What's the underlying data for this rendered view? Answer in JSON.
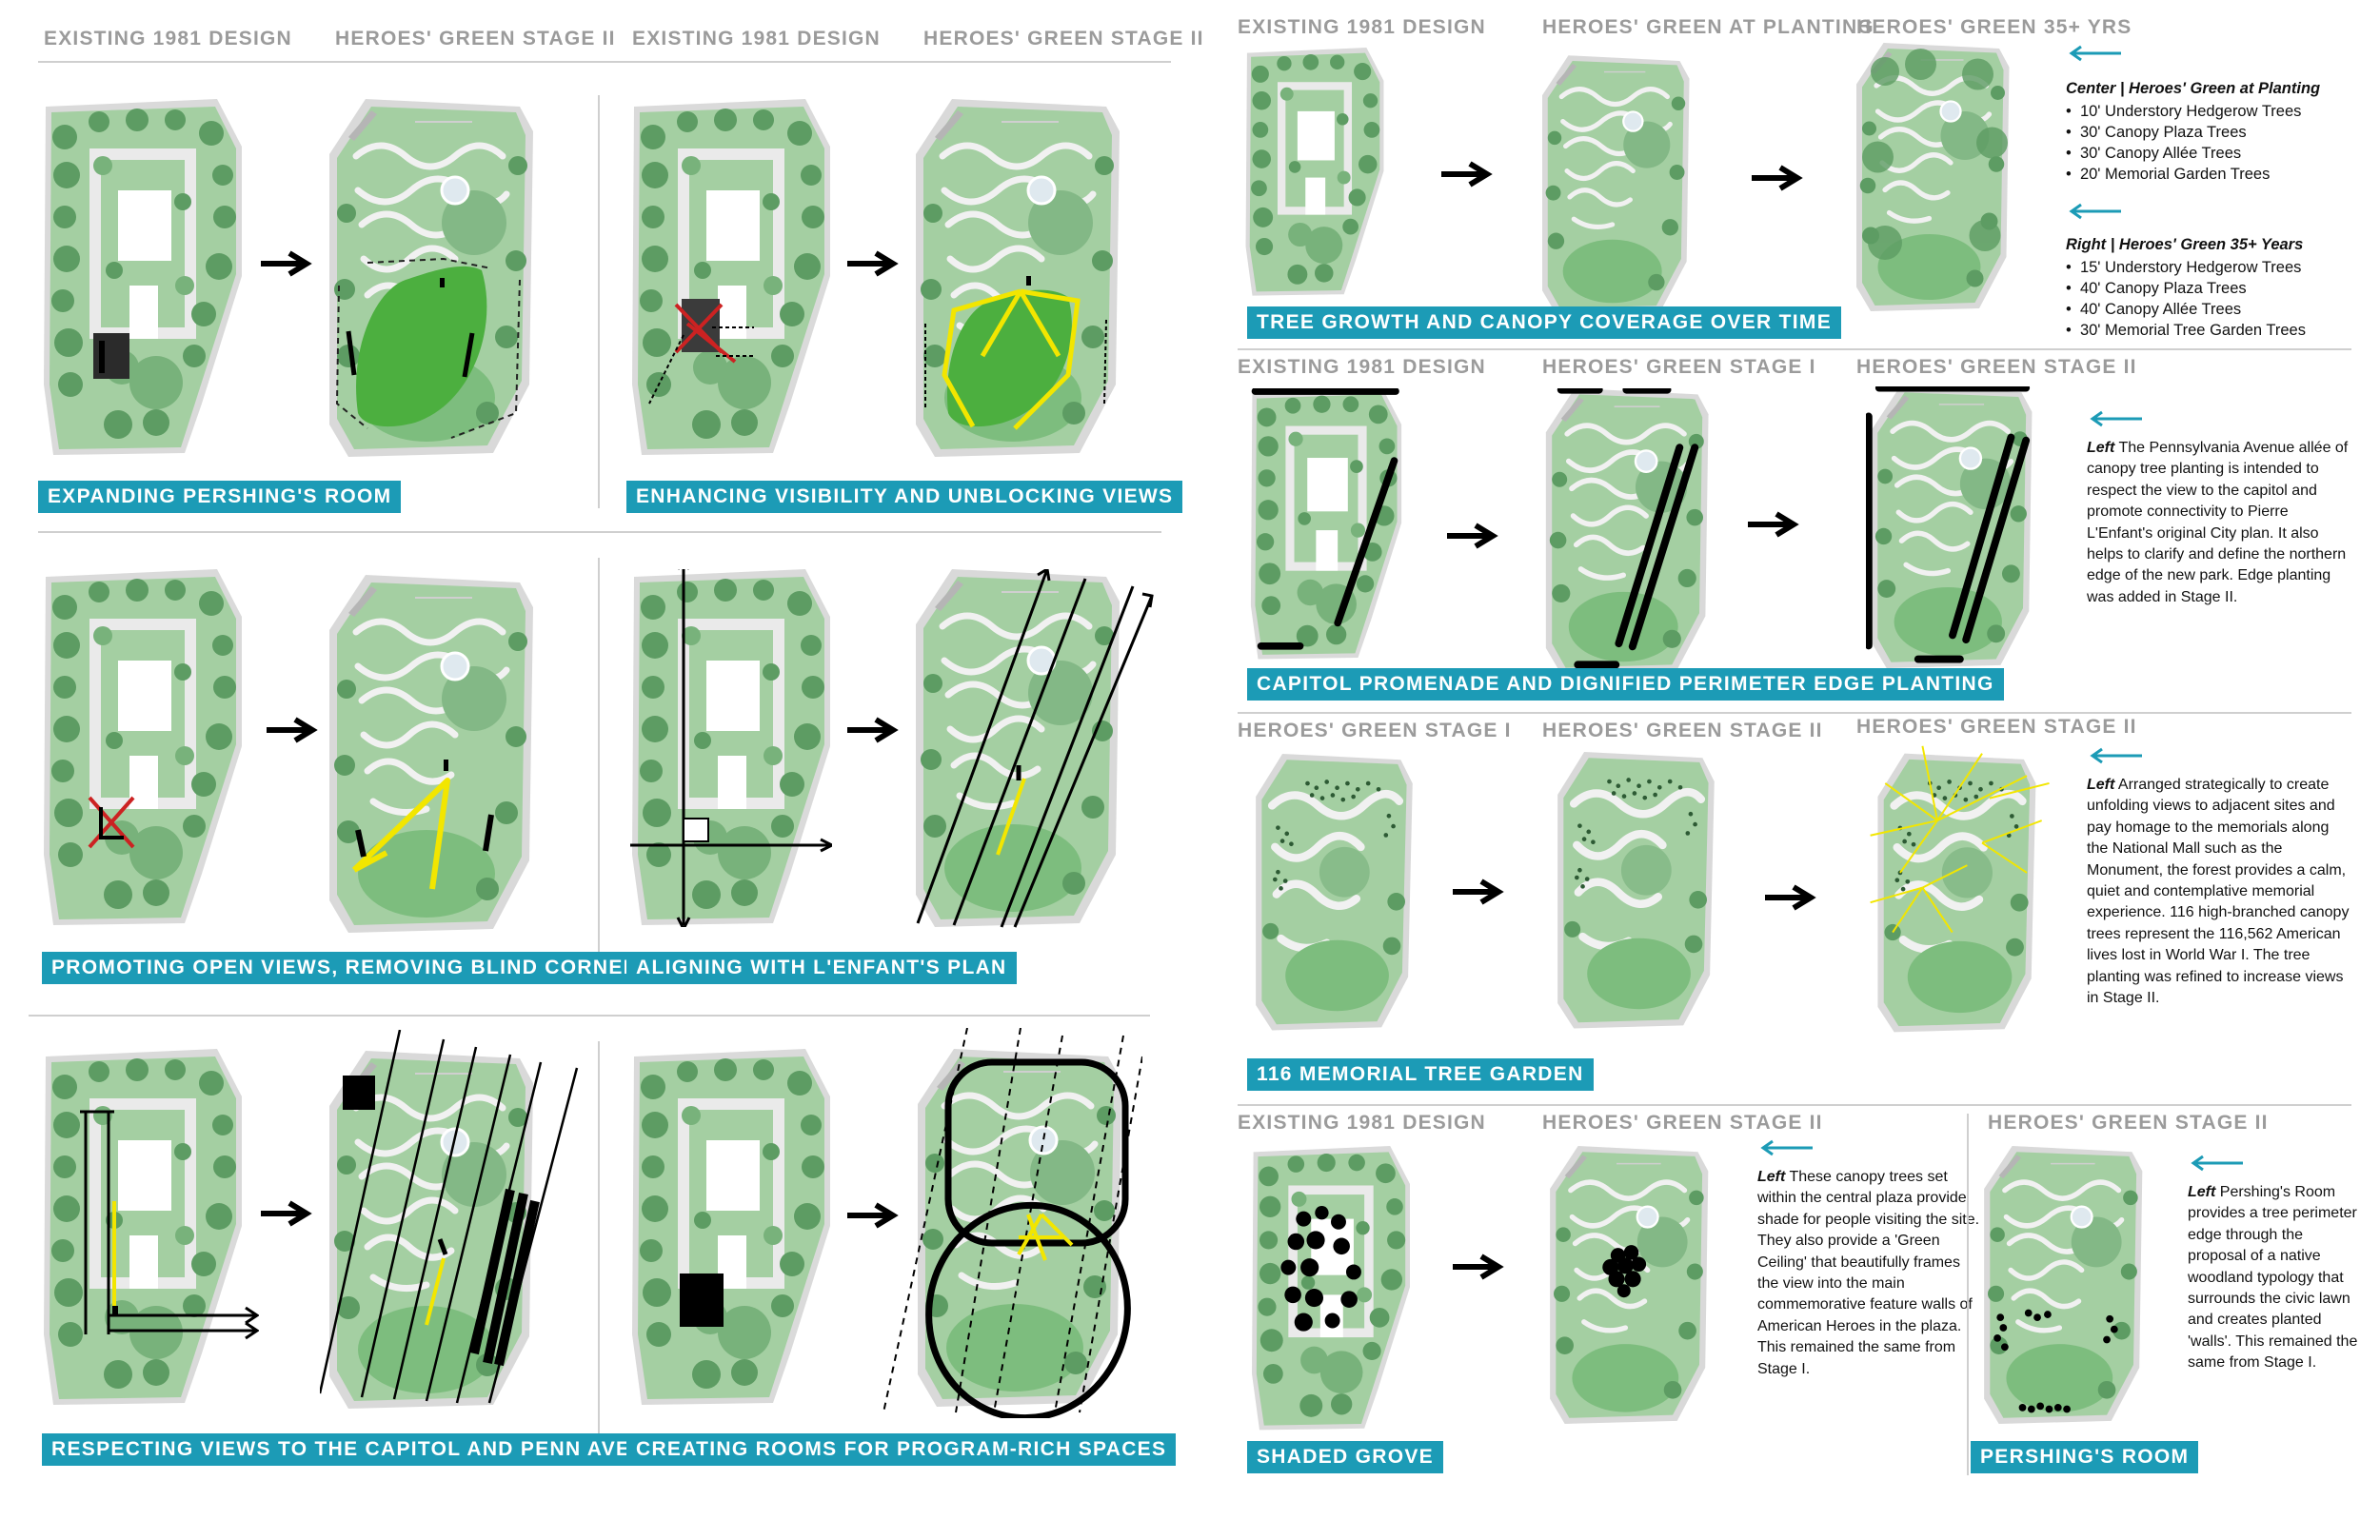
{
  "headers": [
    {
      "id": "h1",
      "text": "EXISTING 1981 DESIGN"
    },
    {
      "id": "h2",
      "text": "HEROES' GREEN STAGE II"
    },
    {
      "id": "h3",
      "text": "EXISTING 1981 DESIGN"
    },
    {
      "id": "h4",
      "text": "HEROES' GREEN STAGE II"
    },
    {
      "id": "h5",
      "text": "EXISTING 1981 DESIGN"
    },
    {
      "id": "h6",
      "text": "HEROES' GREEN AT PLANTING"
    },
    {
      "id": "h7",
      "text": "HEROES' GREEN 35+ YRS"
    },
    {
      "id": "h8",
      "text": "EXISTING 1981 DESIGN"
    },
    {
      "id": "h9",
      "text": "HEROES' GREEN STAGE I"
    },
    {
      "id": "h10",
      "text": "HEROES' GREEN STAGE II"
    },
    {
      "id": "h11",
      "text": "HEROES' GREEN STAGE I"
    },
    {
      "id": "h12",
      "text": "HEROES' GREEN STAGE II"
    },
    {
      "id": "h13",
      "text": "HEROES' GREEN STAGE II"
    },
    {
      "id": "h14",
      "text": "EXISTING 1981 DESIGN"
    },
    {
      "id": "h15",
      "text": "HEROES' GREEN STAGE II"
    },
    {
      "id": "h16",
      "text": "HEROES' GREEN STAGE II"
    }
  ],
  "banners": [
    {
      "id": "b1",
      "text": "EXPANDING PERSHING'S ROOM"
    },
    {
      "id": "b2",
      "text": "ENHANCING VISIBILITY AND UNBLOCKING VIEWS"
    },
    {
      "id": "b3",
      "text": "PROMOTING OPEN VIEWS, REMOVING BLIND CORNERS"
    },
    {
      "id": "b4",
      "text": "ALIGNING WITH L'ENFANT'S PLAN"
    },
    {
      "id": "b5",
      "text": "RESPECTING VIEWS TO THE CAPITOL AND PENN AVE"
    },
    {
      "id": "b6",
      "text": "CREATING ROOMS FOR PROGRAM-RICH SPACES"
    },
    {
      "id": "b7",
      "text": "TREE GROWTH AND CANOPY COVERAGE OVER TIME"
    },
    {
      "id": "b8",
      "text": "CAPITOL PROMENADE AND DIGNIFIED PERIMETER EDGE PLANTING"
    },
    {
      "id": "b9",
      "text": "116 MEMORIAL TREE GARDEN"
    },
    {
      "id": "b10",
      "text": "SHADED GROVE"
    },
    {
      "id": "b11",
      "text": "PERSHING'S ROOM"
    }
  ],
  "tree_growth": {
    "center_title": "Center | Heroes' Green at Planting",
    "center_items": [
      "10' Understory Hedgerow Trees",
      "30' Canopy Plaza Trees",
      "30' Canopy Allée Trees",
      "20' Memorial Garden Trees"
    ],
    "right_title": "Right | Heroes' Green 35+ Years",
    "right_items": [
      "15' Understory Hedgerow Trees",
      "40' Canopy Plaza Trees",
      "40' Canopy Allée Trees",
      "30' Memorial Tree Garden Trees"
    ]
  },
  "promenade_note": {
    "lead": "Left",
    "body": " The Pennsylvania Avenue allée of canopy tree planting is intended to respect the view to the capitol and promote connectivity to Pierre L'Enfant's original City plan. It also helps to clarify and define the northern edge of the new park. Edge planting was added in Stage II."
  },
  "memorial_note": {
    "lead": "Left",
    "body": " Arranged strategically to create unfolding views to adjacent sites and pay homage to the memorials along the National Mall such as the Monument, the forest provides a calm, quiet and contemplative memorial experience. 116 high-branched canopy trees represent the 116,562 American lives lost in World War I. The tree planting was refined to increase views in Stage II."
  },
  "grove_note": {
    "lead": "Left",
    "body": " These canopy trees set within the central plaza provide shade for people visiting the site. They also provide a 'Green Ceiling' that beautifully frames the view into the main commemorative feature walls of American Heroes in the plaza. This remained the same from Stage I."
  },
  "pershing_note": {
    "lead": "Left",
    "body": " Pershing's Room provides a tree perimeter edge through the proposal of a native woodland typology that surrounds the civic lawn and creates planted 'walls'. This remained the same from Stage I."
  },
  "colors": {
    "banner": "#1c9bb6",
    "accent": "#1c9bb6",
    "header": "#9b9b9b",
    "lawn": "#4caf3f",
    "overlay_yellow": "#f2e600",
    "overlay_red": "#cc2222"
  }
}
